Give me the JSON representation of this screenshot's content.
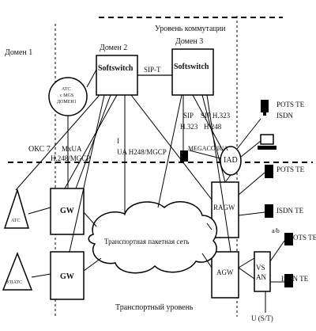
{
  "levels": {
    "switching": "Уровень коммутации",
    "transport": "Транспортный уровень"
  },
  "domains": {
    "d1": "Домен 1",
    "d2": "Домен 2",
    "d3": "Домен 3"
  },
  "nodes": {
    "softswitch_2": "Softswitch",
    "softswitch_3": "Softswitch",
    "ats_mgs_line1": "АТС",
    "ats_mgs_line2": "с MGS",
    "ats_mgs_line3": "ДОМЕН1",
    "gw_top": "GW",
    "gw_bottom": "GW",
    "rag_w": "RAGW",
    "agw": "AGW",
    "iad": "IAD",
    "vs_line1": "VS",
    "vs_line2": "AN",
    "ats": "АТС",
    "uatc": "УПАТС",
    "cloud": "Транспортная пакетная сеть"
  },
  "protocols": {
    "sip_t": "SIP-T",
    "sip_h323_a1": "SIP",
    "sip_h323_a2": "H.323",
    "sip_h323_b1": "SIP H.323",
    "sip_h323_b2": "H 248",
    "okc7": "ОКС 7",
    "mxua": "MxUA",
    "h248_mgcp": "H.248/MGCP",
    "i_mark": "I",
    "ua_h248": "UA H248/MGCP",
    "megaco": "MEGACO IUA",
    "ab": "a/b",
    "u_st": "U (S/T)"
  },
  "terminals": {
    "pots_isdn_1": "POTS TE",
    "pots_isdn_2": "ISDN",
    "pots_te_rag": "POTS TE",
    "isdn_te_rag": "ISDN TE",
    "pots_te_vs": "POTS TE",
    "isdn_te_vs": "ISDN TE"
  }
}
